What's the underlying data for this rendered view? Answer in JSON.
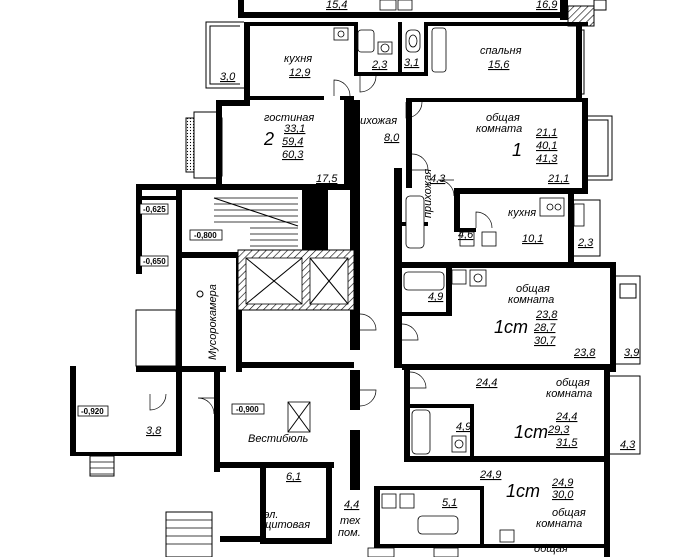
{
  "rooms": {
    "top_partial_left": "15,4",
    "top_partial_right": "16,9",
    "kitchen_top": {
      "label": "кухня",
      "area": "12,9"
    },
    "balcony_left": "3,0",
    "bath_a": "2,3",
    "bath_b": "3,1",
    "bedroom": {
      "label": "спальня",
      "area": "15,6"
    },
    "living_2": {
      "label": "гостиная",
      "rooms": "2",
      "a1": "33,1",
      "a2": "59,4",
      "a3": "60,3"
    },
    "hall_a": {
      "label": "прихожая",
      "area": "8,0"
    },
    "area_17_5": "17,5",
    "common_1": {
      "label1": "общая",
      "label2": "комната",
      "rooms": "1",
      "a1": "21,1",
      "a2": "40,1",
      "a3": "41,3"
    },
    "area_21_1": "21,1",
    "hall_b": {
      "label": "прихожая",
      "area": "4,3"
    },
    "kitchen_b": {
      "label": "кухня",
      "area": "10,1"
    },
    "bath_c": "4,6",
    "balcony_b": "2,3",
    "bath_d": "4,9",
    "studio_1": {
      "label1": "общая",
      "label2": "комната",
      "rooms": "1ст",
      "a1": "23,8",
      "a2": "28,7",
      "a3": "30,7"
    },
    "area_23_8": "23,8",
    "balcony_c": "3,9",
    "trash": "Мусорокамера",
    "area_24_4": "24,4",
    "studio_2": {
      "label1": "общая",
      "label2": "комната",
      "rooms": "1ст",
      "a1": "24,4",
      "a2": "29,3",
      "a3": "31,5"
    },
    "bath_e": "4,9",
    "balcony_d": "4,3",
    "vestibule": "Вестибюль",
    "area_3_8": "3,8",
    "area_24_9": "24,9",
    "studio_3": {
      "label1": "общая",
      "label2": "комната",
      "rooms": "1ст",
      "a1": "24,9",
      "a2": "30,0"
    },
    "bath_f": "5,1",
    "electrical": {
      "label1": "эл.",
      "label2": "щитовая",
      "area": "6,1"
    },
    "tech": {
      "label1": "тех",
      "label2": "пом.",
      "area": "4,4"
    },
    "bottom_partial": {
      "label1": "общая"
    }
  },
  "levels": {
    "l1": "-0,625",
    "l2": "-0,800",
    "l3": "-0,650",
    "l4": "-0,920",
    "l5": "-0,900"
  }
}
